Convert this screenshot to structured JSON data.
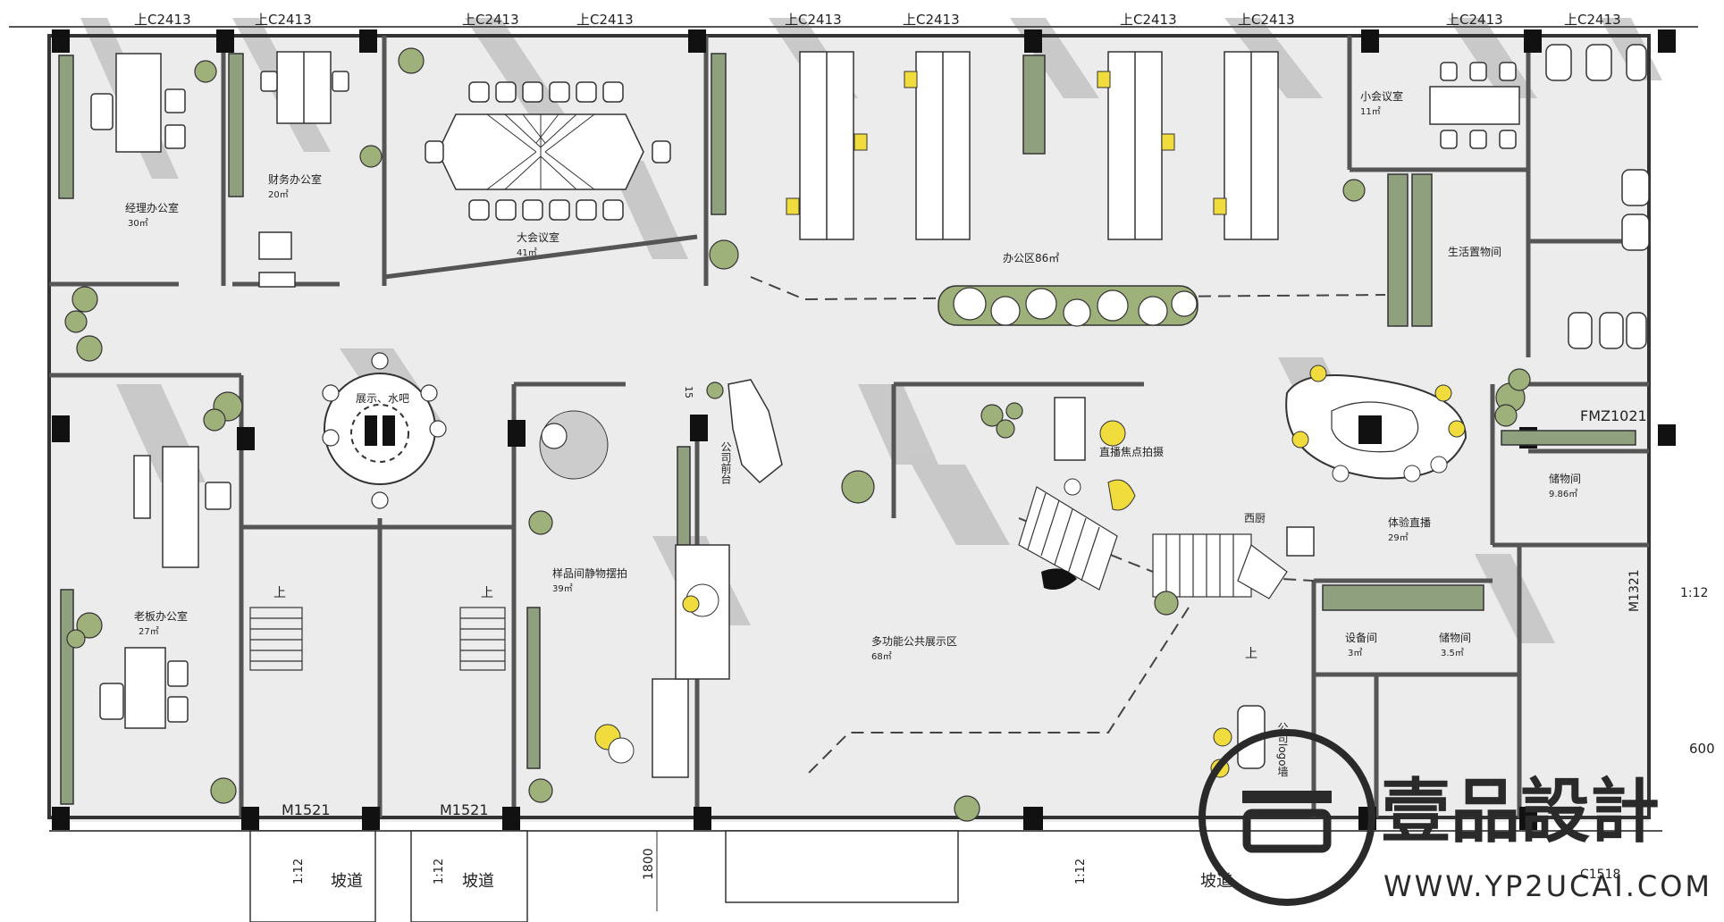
{
  "window_tags": [
    "上C2413",
    "上C2413",
    "上C2413",
    "上C2413",
    "上C2413",
    "上C2413",
    "上C2413",
    "上C2413",
    "上C2413",
    "上C2413"
  ],
  "rooms": {
    "manager": {
      "name": "经理办公室",
      "area": "30㎡"
    },
    "finance": {
      "name": "财务办公室",
      "area": "20㎡"
    },
    "meeting": {
      "name": "大会议室",
      "area": "41㎡"
    },
    "office": {
      "name": "办公区86㎡"
    },
    "small_meeting": {
      "name": "小会议室",
      "area": "11㎡"
    },
    "living_storage": {
      "name": "生活置物间"
    },
    "bar": {
      "name": "展示、水吧"
    },
    "boss": {
      "name": "老板办公室",
      "area": "27㎡"
    },
    "sample": {
      "name": "样品间静物摆拍",
      "area": "39㎡"
    },
    "reception": {
      "name": "公司前台"
    },
    "live_shoot": {
      "name": "直播焦点拍摄"
    },
    "kitchen": {
      "name": "西厨"
    },
    "multi": {
      "name": "多功能公共展示区",
      "area": "68㎡"
    },
    "experience": {
      "name": "体验直播",
      "area": "29㎡"
    },
    "storage_a": {
      "name": "储物间",
      "area": "9.86㎡"
    },
    "equipment": {
      "name": "设备间",
      "area": "3㎡"
    },
    "storage_b": {
      "name": "储物间",
      "area": "3.5㎡"
    },
    "logo_wall": {
      "name": "公司logo墙"
    }
  },
  "door_tags": {
    "m1521_a": "M1521",
    "m1521_b": "M1521",
    "fm": "FMZ1021",
    "m1321": "M1321",
    "c1518": "C1518"
  },
  "up_marks": [
    "上",
    "上",
    "上"
  ],
  "ramp_labels": [
    "坡道",
    "坡道",
    "坡道"
  ],
  "slope_labels": [
    "1:12",
    "1:12",
    "1:12",
    "1:12"
  ],
  "dimensions": {
    "d1800": "1800",
    "d600": "600",
    "d15": "15"
  },
  "watermark": {
    "brand": "壹品設計",
    "url": "WWW.YP2UCAI.COM"
  },
  "colors": {
    "wall": "#333333",
    "floor": "#ececec",
    "shadow": "#b5b5b5",
    "plant": "#9fb17a",
    "accent": "#f0dc3c",
    "partition": "#8fa07f"
  }
}
